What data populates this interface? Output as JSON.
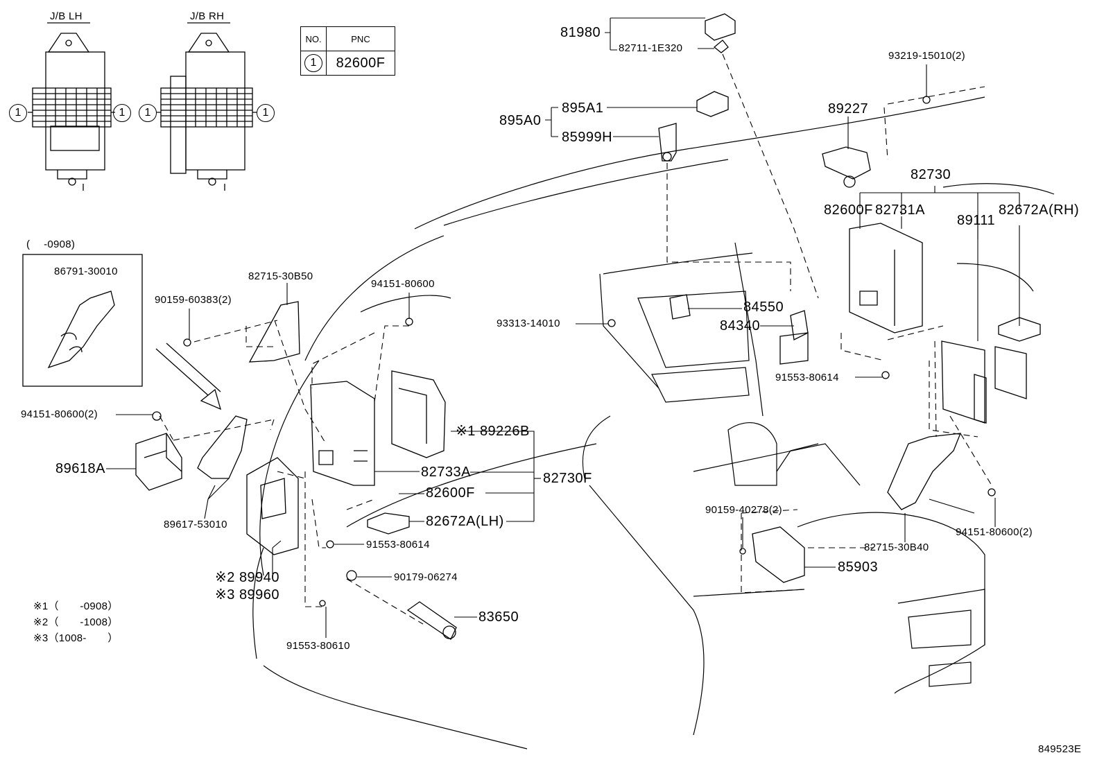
{
  "jb_labels": {
    "lh": "J/B LH",
    "rh": "J/B RH"
  },
  "pnc_table": {
    "headers": [
      "NO.",
      "PNC"
    ],
    "rows": [
      {
        "no": "1",
        "pnc": "82600F"
      }
    ]
  },
  "circle_marker": "1",
  "inset": {
    "period": "(　 -0908)",
    "part": "86791-30010"
  },
  "footnotes": [
    "※1（　　-0908）",
    "※2（　　-1008）",
    "※3（1008-　　）"
  ],
  "parts": {
    "p81980": "81980",
    "p82711": "82711-1E320",
    "p93219": "93219-15010(2)",
    "p895A0": "895A0",
    "p895A1": "895A1",
    "p85999H": "85999H",
    "p89227": "89227",
    "p82730": "82730",
    "p82600F_r": "82600F",
    "p82731A": "82731A",
    "p89111": "89111",
    "p82672A_rh": "82672A(RH)",
    "p84550": "84550",
    "p84340": "84340",
    "p93313": "93313-14010",
    "p91553_80614_r": "91553-80614",
    "p94151_top": "94151-80600",
    "p82715_30B50": "82715-30B50",
    "p90159_60383": "90159-60383(2)",
    "p94151_2_left": "94151-80600(2)",
    "p89618A": "89618A",
    "p89617": "89617-53010",
    "p89226B": "※1 89226B",
    "p82733A": "82733A",
    "p82600F_l": "82600F",
    "p82672A_lh": "82672A(LH)",
    "p82730F": "82730F",
    "p91553_80614_l": "91553-80614",
    "p90179": "90179-06274",
    "p83650": "83650",
    "p89940": "※2 89940",
    "p89960": "※3 89960",
    "p91553_80610": "91553-80610",
    "p90159_40278": "90159-40278(2)",
    "p85903": "85903",
    "p82715_30B40": "82715-30B40",
    "p94151_2_right": "94151-80600(2)"
  },
  "diagram_id": "849523E"
}
